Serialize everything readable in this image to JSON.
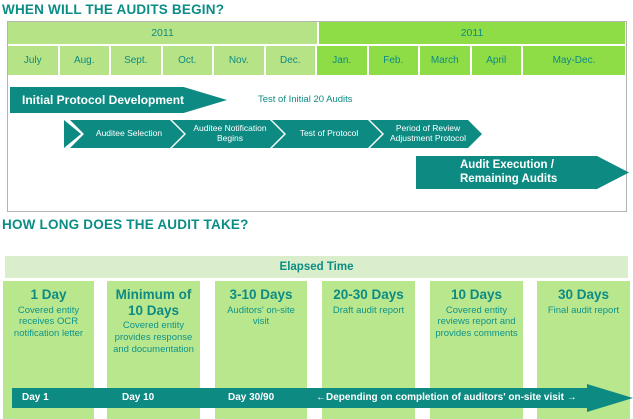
{
  "palette": {
    "teal": "#0d8b83",
    "light_green": "#b7e387",
    "bright_green": "#8edc46",
    "pale_green_band": "#daeecb",
    "column_green": "#b9e78d"
  },
  "section1": {
    "title": "WHEN WILL THE AUDITS BEGIN?",
    "calendar": {
      "left_year": "2011",
      "right_year": "2011",
      "left_months": [
        "July",
        "Aug.",
        "Sept.",
        "Oct.",
        "Nov.",
        "Dec."
      ],
      "right_months": [
        "Jan.",
        "Feb.",
        "March",
        "April",
        "May-Dec."
      ]
    },
    "initial_arrow": "Initial Protocol Development",
    "note": "Test of Initial 20 Audits",
    "chevrons": [
      "Auditee Selection",
      "Auditee Notification Begins",
      "Test of Protocol",
      "Period of Review Adjustment Protocol"
    ],
    "exec_arrow_line1": "Audit Execution /",
    "exec_arrow_line2": "Remaining Audits"
  },
  "section2": {
    "title": "HOW LONG DOES THE AUDIT TAKE?",
    "band_title": "Elapsed Time",
    "phases": [
      {
        "duration": "1 Day",
        "desc": "Covered entity receives OCR notification letter"
      },
      {
        "duration": "Minimum of 10 Days",
        "desc": "Covered entity provides response and documentation"
      },
      {
        "duration": "3-10 Days",
        "desc": "Auditors' on-site visit"
      },
      {
        "duration": "20-30 Days",
        "desc": "Draft audit report"
      },
      {
        "duration": "10 Days",
        "desc": "Covered entity reviews report and provides comments"
      },
      {
        "duration": "30 Days",
        "desc": "Final audit report"
      }
    ],
    "timeline_labels": [
      "Day 1",
      "Day 10",
      "Day 30/90",
      "←Depending on completion of auditors' on-site visit →"
    ]
  }
}
